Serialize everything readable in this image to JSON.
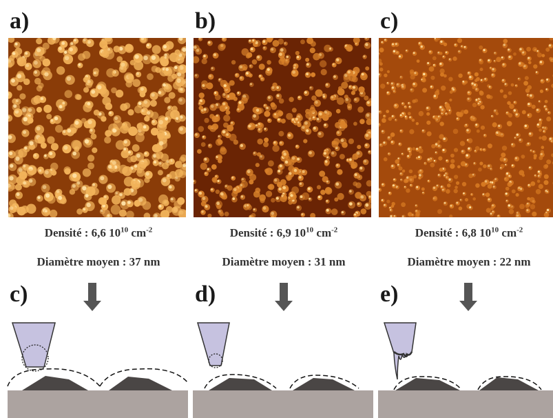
{
  "panels": [
    {
      "label": "a)",
      "density_prefix": "Densité : 6,6 10",
      "density_exp": "10",
      "unit": " cm",
      "unit_exp": "-2",
      "diameter": "Diamètre moyen : 37 nm",
      "colors": {
        "bg": "#8a3c08",
        "dot": "#f2b35a",
        "hi": "#ffe3a8"
      },
      "dot_count": 420
    },
    {
      "label": "b)",
      "density_prefix": "Densité : 6,9 10",
      "density_exp": "10",
      "unit": " cm",
      "unit_exp": "-2",
      "diameter": "Diamètre moyen : 31 nm",
      "colors": {
        "bg": "#6a2404",
        "dot": "#d9822a",
        "hi": "#ffd890"
      },
      "dot_count": 460
    },
    {
      "label": "c)",
      "density_prefix": "Densité : 6,8 10",
      "density_exp": "10",
      "unit": " cm",
      "unit_exp": "-2",
      "diameter": "Diamètre moyen : 22 nm",
      "colors": {
        "bg": "#a44a0c",
        "dot": "#d77a22",
        "hi": "#ffe4a8"
      },
      "dot_count": 520
    }
  ],
  "schemes": [
    {
      "label": "c)"
    },
    {
      "label": "d)"
    },
    {
      "label": "e)"
    }
  ],
  "colors": {
    "substrate": "#aca3a0",
    "island": "#4a4645",
    "tip": "#c6c2e0",
    "arrow": "#555555",
    "dashed": "#111111"
  }
}
